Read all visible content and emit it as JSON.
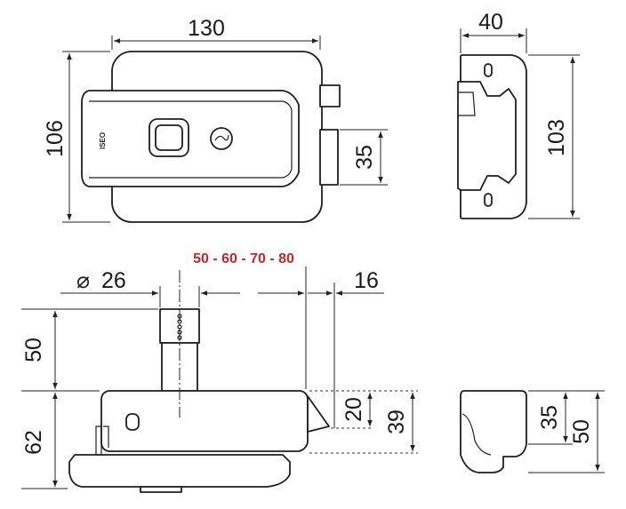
{
  "dimensions": {
    "front_width": "130",
    "front_height": "106",
    "bolt_projection": "35",
    "side_width": "40",
    "side_height": "103",
    "cylinder_diameter_symbol": "⌀",
    "cylinder_diameter": "26",
    "backset_options": "50 - 60 - 70 - 80",
    "bolt_offset": "16",
    "cylinder_height": "50",
    "body_height": "62",
    "latch_height": "20",
    "latch_depth": "39",
    "keeper_inner": "35",
    "keeper_outer": "50"
  },
  "logo_text": "ISEO",
  "colors": {
    "accent": "#c8252b",
    "line": "#1f1f1f"
  }
}
